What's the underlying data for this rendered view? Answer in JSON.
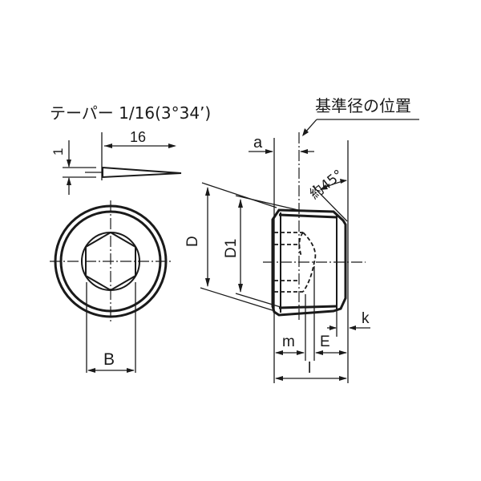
{
  "taper_note": {
    "text": "テーパー 1/16(3°34’)",
    "length_label": "16",
    "rise_label": "1"
  },
  "reference_note": {
    "text": "基準径の位置"
  },
  "end_view": {
    "dimension_B": "B"
  },
  "side_view": {
    "dimension_a": "a",
    "angle_label": "約45°",
    "dimension_D": "D",
    "dimension_D1": "D1",
    "dimension_m": "m",
    "dimension_E": "E",
    "dimension_k": "k",
    "dimension_l": "l"
  },
  "colors": {
    "line": "#1a1a1a",
    "background": "#ffffff"
  }
}
